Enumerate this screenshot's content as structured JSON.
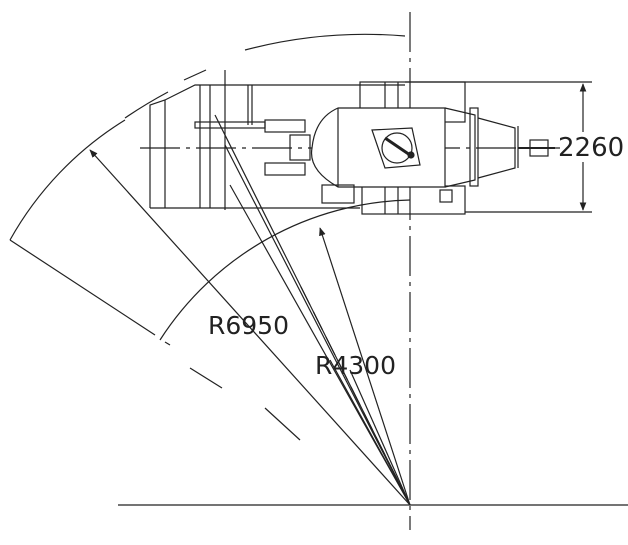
{
  "diagram": {
    "dimension_width": "2260",
    "radius_outer": "R6950",
    "radius_inner": "R4300"
  },
  "colors": {
    "line": "#222222",
    "background": "#ffffff"
  }
}
